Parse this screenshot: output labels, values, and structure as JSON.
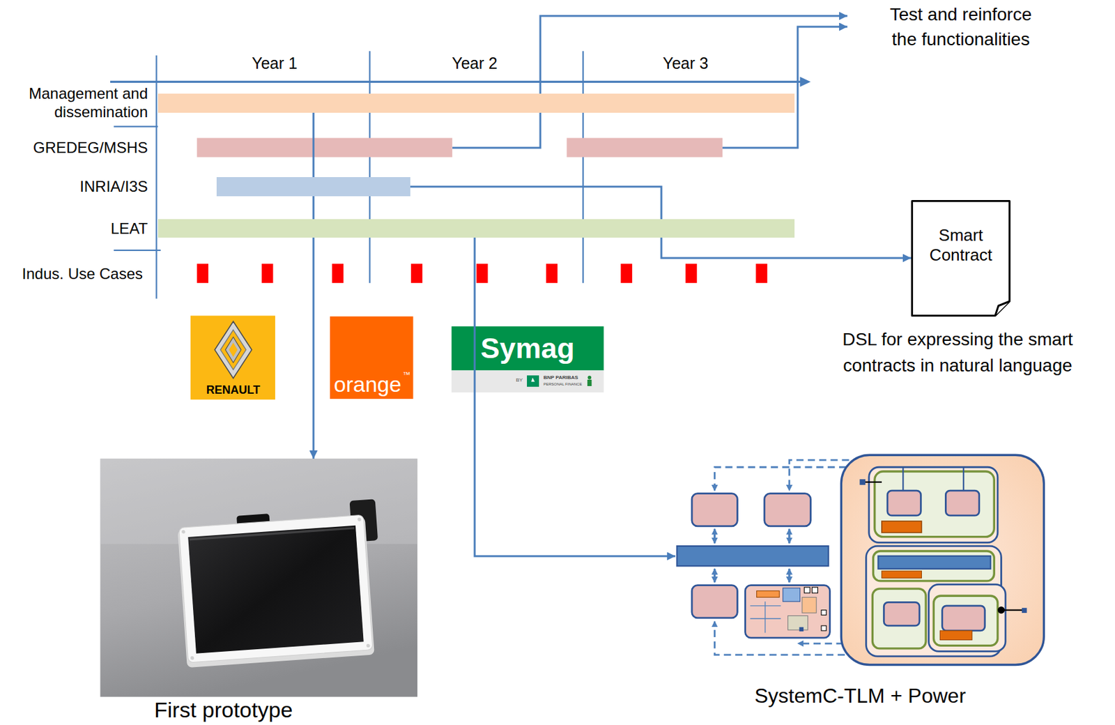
{
  "diagram": {
    "nodes": [
      {
        "text": [
          "Management and dissemination"
        ]
      },
      {
        "text": [
          "GREDEG/MSHS"
        ]
      },
      {
        "text": [
          "INRIA/I3S"
        ]
      },
      {
        "text": [
          "LEAT"
        ]
      },
      {
        "text": [
          "Test and reinforce the functionalities"
        ]
      },
      {
        "text": [
          "Smart Contract",
          "DSL for expressing the smart contracts in natural language"
        ]
      },
      {
        "text": [
          "First prototype"
        ]
      },
      {
        "text": [
          "SystemC-TLM + Power"
        ]
      }
    ],
    "edges": [
      {
        "from": 0,
        "to": 6,
        "arrow": "to"
      },
      {
        "from": 1,
        "to": 4,
        "arrow": "to"
      },
      {
        "from": 1,
        "to": 4,
        "arrow": "to"
      },
      {
        "from": 2,
        "to": 5,
        "arrow": "to"
      },
      {
        "from": 3,
        "to": 7,
        "arrow": "to"
      }
    ],
    "labels": [
      "Year 1",
      "Year 2",
      "Year 3",
      "Indus. Use Cases",
      "RENAULT",
      "orange",
      "™",
      "Symag",
      "BY",
      "BNP PARIBAS",
      "PERSONAL FINANCE"
    ]
  }
}
